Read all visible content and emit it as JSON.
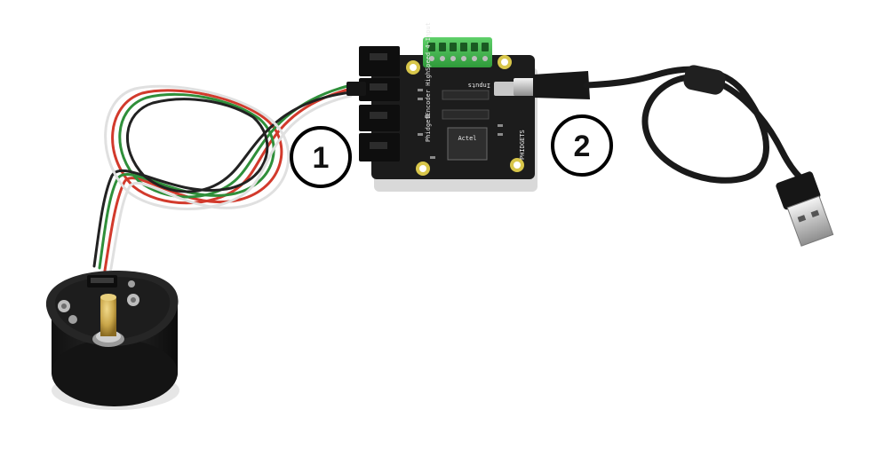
{
  "callouts": [
    {
      "label": "1"
    },
    {
      "label": "2"
    }
  ],
  "board": {
    "silkscreen_main": "PhidgetEncoder HighSpeed 4-Input",
    "silkscreen_brand": "PHIDGETS",
    "chip_brand": "Actel",
    "terminal_label": "Inputs"
  },
  "colors": {
    "pcb": "#1c1c1c",
    "terminal_block": "#3fb54a",
    "wire_red": "#d23a2c",
    "wire_green": "#2f8f3a",
    "wire_black": "#222222",
    "wire_white": "#e6e6e6",
    "brass": "#c9a64a"
  },
  "icons": {
    "encoder": "rotary-encoder-icon",
    "board": "circuit-board-icon",
    "usb": "usb-plug-icon"
  }
}
